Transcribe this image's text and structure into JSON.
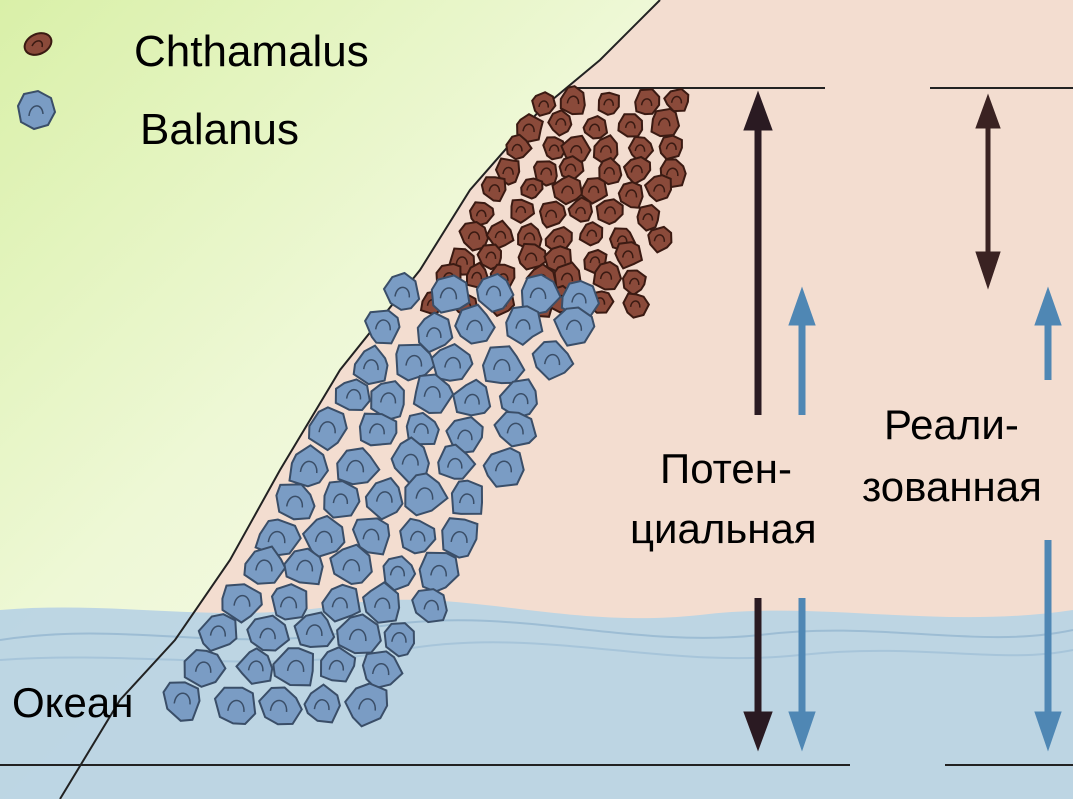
{
  "legend": [
    {
      "label": "Chthamalus",
      "icon": "chthamalus-icon",
      "color": "#8a4a3a"
    },
    {
      "label": "Balanus",
      "icon": "balanus-icon",
      "color": "#7a9cc4"
    }
  ],
  "labels": {
    "ocean": "Океан",
    "potential_line1": "Потен-",
    "potential_line2": "циальная",
    "realized_line1": "Реали-",
    "realized_line2": "зованная"
  },
  "colors": {
    "rock": "#f3ddd0",
    "water": "#b9d4e4",
    "chthamalus": "#8a4a3a",
    "balanus": "#7a9cc4",
    "dark_arrow": "#2a1a22",
    "blue_arrow": "#4f87b4"
  }
}
